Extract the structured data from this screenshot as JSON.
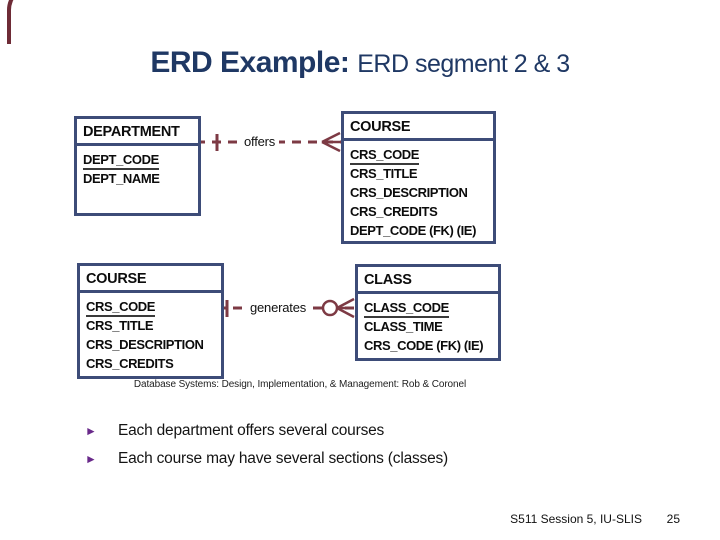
{
  "slide": {
    "title": {
      "main": "ERD Example: ",
      "sub": "ERD segment 2 & 3"
    },
    "caption": "Database Systems: Design, Implementation, & Management: Rob & Coronel",
    "bullets": [
      "Each department offers several courses",
      "Each course may have several sections (classes)"
    ],
    "bullet_glyph": "►",
    "footer": {
      "session": "S511 Session 5, IU-SLIS",
      "page": "25"
    }
  },
  "diagram": {
    "entities": {
      "department": {
        "title": "DEPARTMENT",
        "attributes": [
          {
            "name": "DEPT_CODE",
            "key": "PK"
          },
          {
            "name": "DEPT_NAME",
            "key": ""
          }
        ]
      },
      "course_top": {
        "title": "COURSE",
        "attributes": [
          {
            "name": "CRS_CODE",
            "key": "PK"
          },
          {
            "name": "CRS_TITLE",
            "key": ""
          },
          {
            "name": "CRS_DESCRIPTION",
            "key": ""
          },
          {
            "name": "CRS_CREDITS",
            "key": ""
          },
          {
            "name": "DEPT_CODE (FK) (IE)",
            "key": "FK"
          }
        ]
      },
      "course_bottom": {
        "title": "COURSE",
        "attributes": [
          {
            "name": "CRS_CODE",
            "key": "PK"
          },
          {
            "name": "CRS_TITLE",
            "key": ""
          },
          {
            "name": "CRS_DESCRIPTION",
            "key": ""
          },
          {
            "name": "CRS_CREDITS",
            "key": ""
          }
        ]
      },
      "class": {
        "title": "CLASS",
        "attributes": [
          {
            "name": "CLASS_CODE",
            "key": "PK"
          },
          {
            "name": "CLASS_TIME",
            "key": ""
          },
          {
            "name": "CRS_CODE (FK) (IE)",
            "key": "FK"
          }
        ]
      }
    },
    "relationships": {
      "offers": {
        "label": "offers",
        "from": "DEPARTMENT",
        "to": "COURSE",
        "from_cardinality": "one (tick)",
        "to_cardinality": "many (crow's foot)"
      },
      "generates": {
        "label": "generates",
        "from": "COURSE",
        "to": "CLASS",
        "from_cardinality": "one (tick)",
        "to_cardinality": "optional many (circle + crow's foot)"
      }
    }
  },
  "colors": {
    "title_navy": "#1f3864",
    "entity_border": "#3d4c78",
    "relationship_maroon": "#7d3a44",
    "bullet_purple": "#69298a",
    "corner_maroon": "#6e2b36"
  }
}
